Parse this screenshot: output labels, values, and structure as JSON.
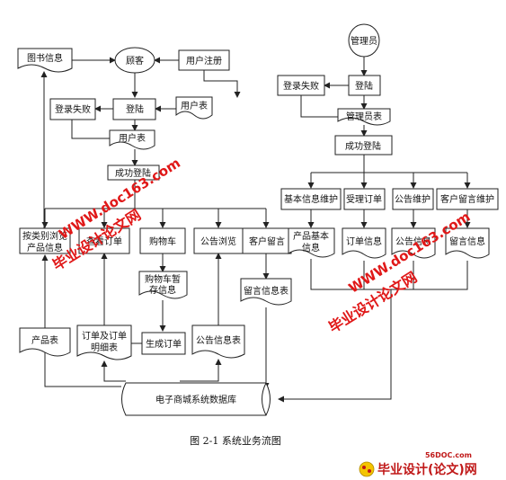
{
  "nodes": {
    "guest": "顾客",
    "book_info": "图书信息",
    "user_register": "用户注册",
    "login_fail_left": "登录失败",
    "login": "登陆",
    "user_table_right": "用户表",
    "user_table_mid": "用户表",
    "login_success_left": "成功登陆",
    "browse_products_l1": "按类别浏览",
    "browse_products_l2": "产品信息",
    "view_orders": "查看订单",
    "cart": "购物车",
    "notice_browse": "公告浏览",
    "customer_message": "客户留言",
    "cart_temp_l1": "购物车暂",
    "cart_temp_l2": "存信息",
    "gen_order": "生成订单",
    "message_table": "留言信息表",
    "product_table": "产品表",
    "order_detail_l1": "订单及订单",
    "order_detail_l2": "明细表",
    "notice_table": "公告信息表",
    "database": "电子商城系统数据库",
    "admin": "管理员",
    "admin_login_fail": "登录失败",
    "admin_login": "登陆",
    "admin_table": "管理员表",
    "admin_success": "成功登陆",
    "basic_info_maint": "基本信息维护",
    "accept_order": "受理订单",
    "notice_maint": "公告维护",
    "msg_maint": "客户留言维护",
    "product_basic_l1": "产品基本",
    "product_basic_l2": "信息",
    "order_info": "订单信息",
    "notice_info": "公告信息",
    "msg_info": "留言信息"
  },
  "caption": "图 2-1    系统业务流图",
  "watermarks": {
    "site": "WWW.doc163.com",
    "name": "毕业设计论文网",
    "logo_site": "56DOC.com",
    "logo_name": "毕业设计(论文)网"
  },
  "colors": {
    "watermark": "#e01818",
    "line": "#222222"
  }
}
